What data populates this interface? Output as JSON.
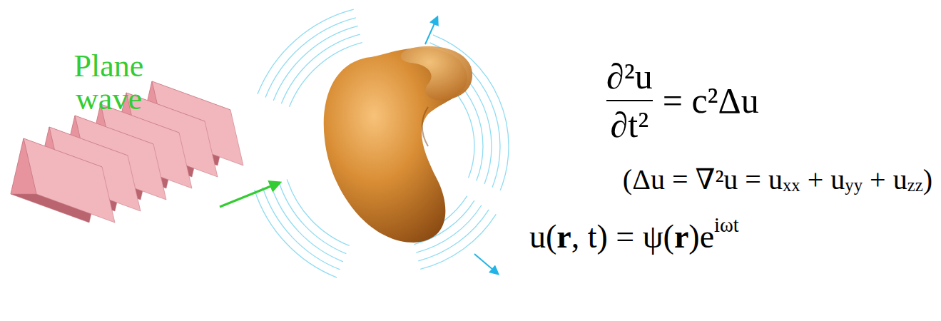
{
  "diagram": {
    "labels": [
      "Plane wave",
      "∂²u",
      "∂t²",
      "= c²Δu",
      "(Δu = ∇²u = u",
      "xx",
      "+ u",
      "yy",
      "+ u",
      "zz",
      ")",
      "u(",
      "r",
      ", t) = ψ(",
      "r",
      ")e",
      "iωt"
    ]
  }
}
